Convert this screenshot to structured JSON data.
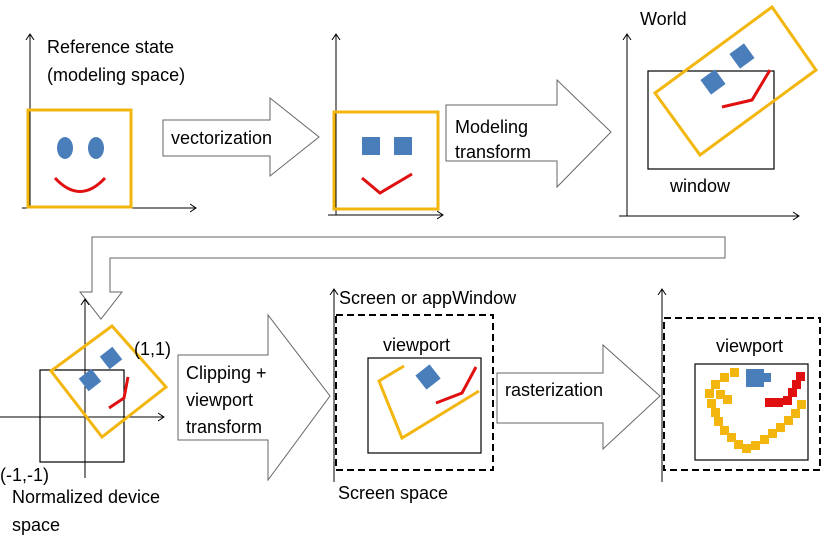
{
  "labels": {
    "reference_state_line1": "Reference state",
    "reference_state_line2": "(modeling space)",
    "vectorization": "vectorization",
    "modeling_transform_line1": "Modeling",
    "modeling_transform_line2": "transform",
    "world": "World",
    "window": "window",
    "one_one": "(1,1)",
    "minus_one": "(-1,-1)",
    "ndc_line1": "Normalized device",
    "ndc_line2": "space",
    "clipping_line1": "Clipping +",
    "clipping_line2": "viewport",
    "clipping_line3": "transform",
    "screen_or_appwindow": "Screen or appWindow",
    "viewport_1": "viewport",
    "screen_space": "Screen space",
    "rasterization": "rasterization",
    "viewport_2": "viewport"
  },
  "colors": {
    "yellow": "#F2B60F",
    "blue": "#4A7EBB",
    "red": "#E01010",
    "line": "#000000"
  }
}
